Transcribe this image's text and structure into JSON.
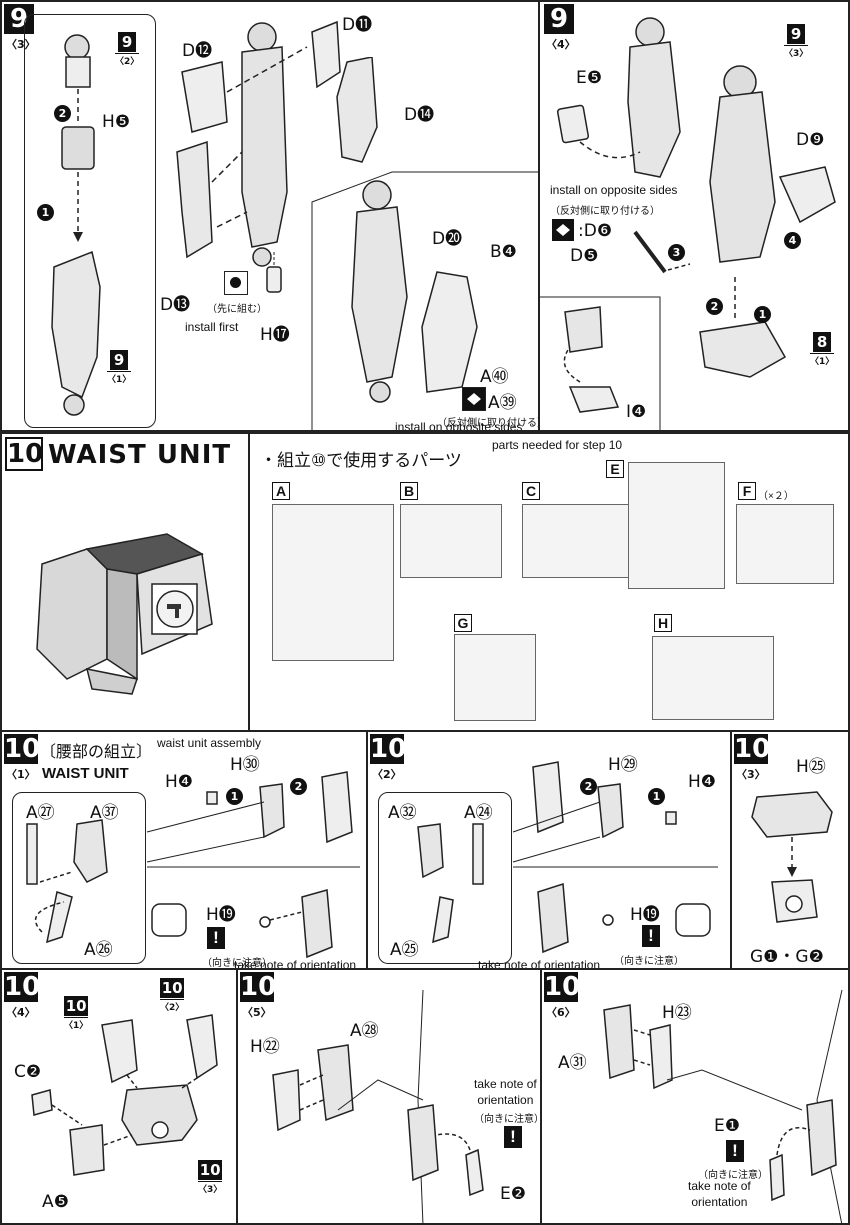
{
  "step9_3": {
    "step": "9",
    "sub": "〈3〉",
    "ref_top": {
      "n": "9",
      "s": "〈2〉"
    },
    "ref_bottom": {
      "n": "9",
      "s": "〈1〉"
    },
    "labels": [
      "H❺",
      "D⓬",
      "D⓫",
      "D⓮",
      "D⓭",
      "H⓱",
      "D⓴",
      "B❹",
      "A㊵",
      "A㊴"
    ],
    "arrow1": "1",
    "arrow2": "2",
    "jp_first": "（先に組む）",
    "en_first": "install first",
    "jp_opposite": "（反対側に取り付ける）",
    "en_opposite": "install on opposite sides"
  },
  "step9_4": {
    "step": "9",
    "sub": "〈4〉",
    "ref_top": {
      "n": "9",
      "s": "〈3〉"
    },
    "ref_bottom": {
      "n": "8",
      "s": "〈1〉"
    },
    "labels": [
      "E❺",
      "D❾",
      "D❻",
      "D❺",
      "I❹"
    ],
    "en_opposite": "install on opposite sides",
    "jp_opposite": "（反対側に取り付ける）",
    "arrows": [
      "1",
      "2",
      "3",
      "4"
    ]
  },
  "step10": {
    "step": "10",
    "title": "WAIST UNIT",
    "parts_jp": "・組立⑩で使用するパーツ",
    "parts_en": "parts needed for step 10",
    "runners": [
      "A",
      "B",
      "C",
      "E",
      "F",
      "G",
      "H"
    ],
    "f_count": "（×２）"
  },
  "step10_1": {
    "step": "10",
    "sub": "〈1〉",
    "jp_title": "〔腰部の組立〕",
    "en_title": "waist unit assembly",
    "title": "WAIST UNIT",
    "labels": [
      "H❹",
      "H㉚",
      "A㉗",
      "A㊲",
      "A㉖",
      "H⓳"
    ],
    "jp_note": "（向きに注意）",
    "en_note": "take note of orientation"
  },
  "step10_2": {
    "step": "10",
    "sub": "〈2〉",
    "labels": [
      "H㉙",
      "H❹",
      "A㉜",
      "A㉔",
      "A㉕",
      "H⓳"
    ],
    "jp_note": "（向きに注意）",
    "en_note": "take note of orientation"
  },
  "step10_3": {
    "step": "10",
    "sub": "〈3〉",
    "labels": [
      "H㉕",
      "G❶・G❷"
    ]
  },
  "step10_4": {
    "step": "10",
    "sub": "〈4〉",
    "ref_a": {
      "n": "10",
      "s": "〈1〉"
    },
    "ref_b": {
      "n": "10",
      "s": "〈2〉"
    },
    "ref_c": {
      "n": "10",
      "s": "〈3〉"
    },
    "labels": [
      "C❷",
      "A❺"
    ]
  },
  "step10_5": {
    "step": "10",
    "sub": "〈5〉",
    "labels": [
      "H㉒",
      "A㉘",
      "E❷"
    ],
    "en_note": "take note of\norientation",
    "jp_note": "（向きに注意）"
  },
  "step10_6": {
    "step": "10",
    "sub": "〈6〉",
    "labels": [
      "H㉓",
      "A㉛",
      "E❶"
    ],
    "jp_note": "（向きに注意）",
    "en_note": "take note of\norientation"
  }
}
